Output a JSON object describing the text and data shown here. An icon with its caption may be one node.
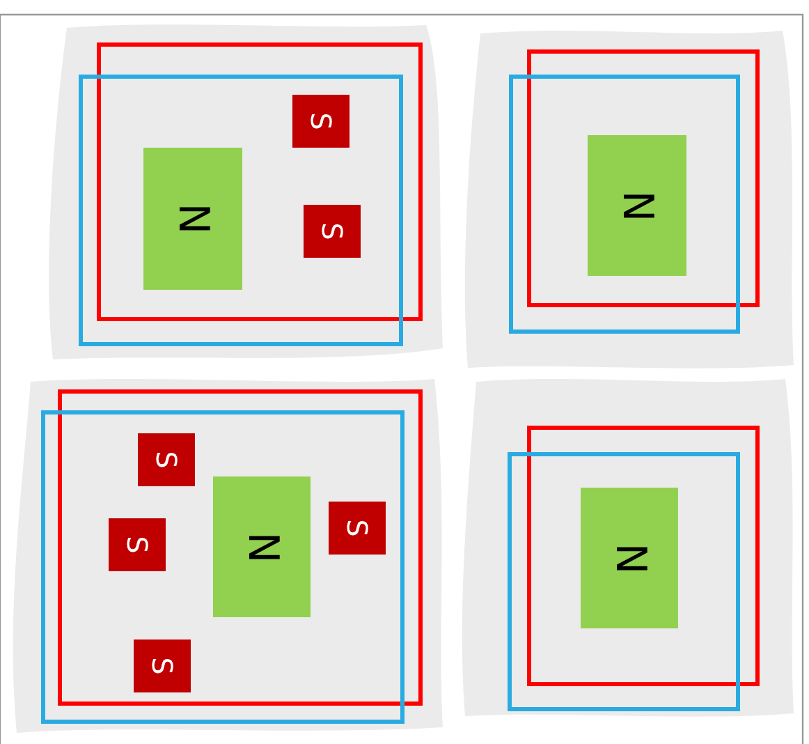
{
  "diagram": {
    "nodes": [
      {
        "text": [
          "S"
        ]
      },
      {
        "text": [
          "N"
        ]
      },
      {
        "text": [
          "S"
        ]
      },
      {
        "text": [
          "N"
        ]
      },
      {
        "text": [
          "S"
        ]
      },
      {
        "text": [
          "N"
        ]
      },
      {
        "text": [
          "S"
        ]
      },
      {
        "text": [
          "S"
        ]
      },
      {
        "text": [
          "S"
        ]
      },
      {
        "text": [
          "N"
        ]
      }
    ]
  }
}
